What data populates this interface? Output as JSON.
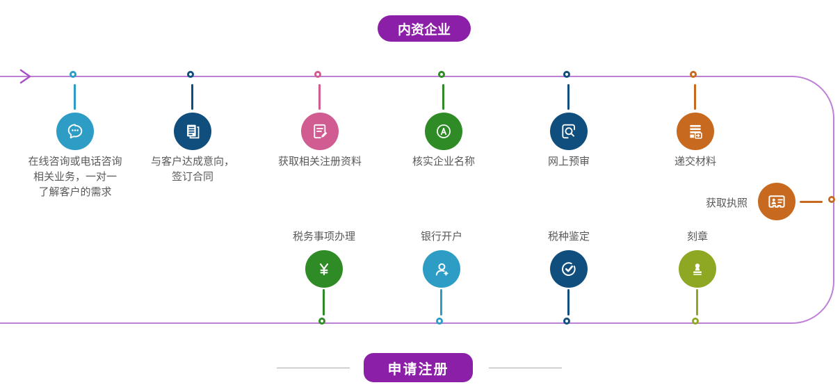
{
  "badges": {
    "top": "内资企业",
    "bottom": "申请注册"
  },
  "palette": {
    "badge_purple": "#8C1FA8",
    "line_purple": "#BE7FD6",
    "arrow_purple": "#A94FC4",
    "divider_gray": "#A9A9A9",
    "label_gray": "#595959",
    "light_blue": "#2D9DC6",
    "navy": "#0F4E7D",
    "pink": "#D15C92",
    "green": "#2E8B26",
    "orange": "#C76A1F",
    "olive": "#8FA824"
  },
  "top_steps": [
    {
      "label": "在线咨询或电话咨询\n相关业务，一对一\n了解客户的需求",
      "color": "#2D9DC6",
      "icon": "chat-icon"
    },
    {
      "label": "与客户达成意向，\n签订合同",
      "color": "#0F4E7D",
      "icon": "documents-icon"
    },
    {
      "label": "获取相关注册资料",
      "color": "#D15C92",
      "icon": "compose-doc-icon"
    },
    {
      "label": "核实企业名称",
      "color": "#2E8B26",
      "icon": "letter-a-icon"
    },
    {
      "label": "网上预审",
      "color": "#0F4E7D",
      "icon": "doc-search-icon"
    },
    {
      "label": "递交材料",
      "color": "#C76A1F",
      "icon": "submit-doc-icon"
    }
  ],
  "license_step": {
    "label": "获取执照",
    "color": "#C76A1F",
    "icon": "license-card-icon"
  },
  "bottom_steps": [
    {
      "label": "税务事项办理",
      "color": "#2E8B26",
      "icon": "yuan-icon"
    },
    {
      "label": "银行开户",
      "color": "#2D9DC6",
      "icon": "person-add-icon"
    },
    {
      "label": "税种鉴定",
      "color": "#0F4E7D",
      "icon": "check-circle-icon"
    },
    {
      "label": "刻章",
      "color": "#8FA824",
      "icon": "stamp-icon"
    }
  ]
}
